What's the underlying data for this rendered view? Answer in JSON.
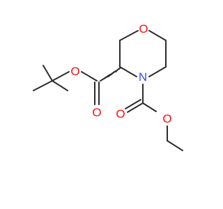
{
  "molecule": {
    "atoms": {
      "ring_oxygen": "O",
      "ring_nitrogen": "N",
      "ester_carbonyl_oxygen": "O",
      "ester_ether_oxygen": "O",
      "carbamate_carbonyl_oxygen": "O",
      "carbamate_ether_oxygen": "O"
    },
    "colors": {
      "bond": "#2b2b2b",
      "oxygen": "#ff0d0d",
      "nitrogen": "#3050f8",
      "background": "#ffffff"
    }
  }
}
